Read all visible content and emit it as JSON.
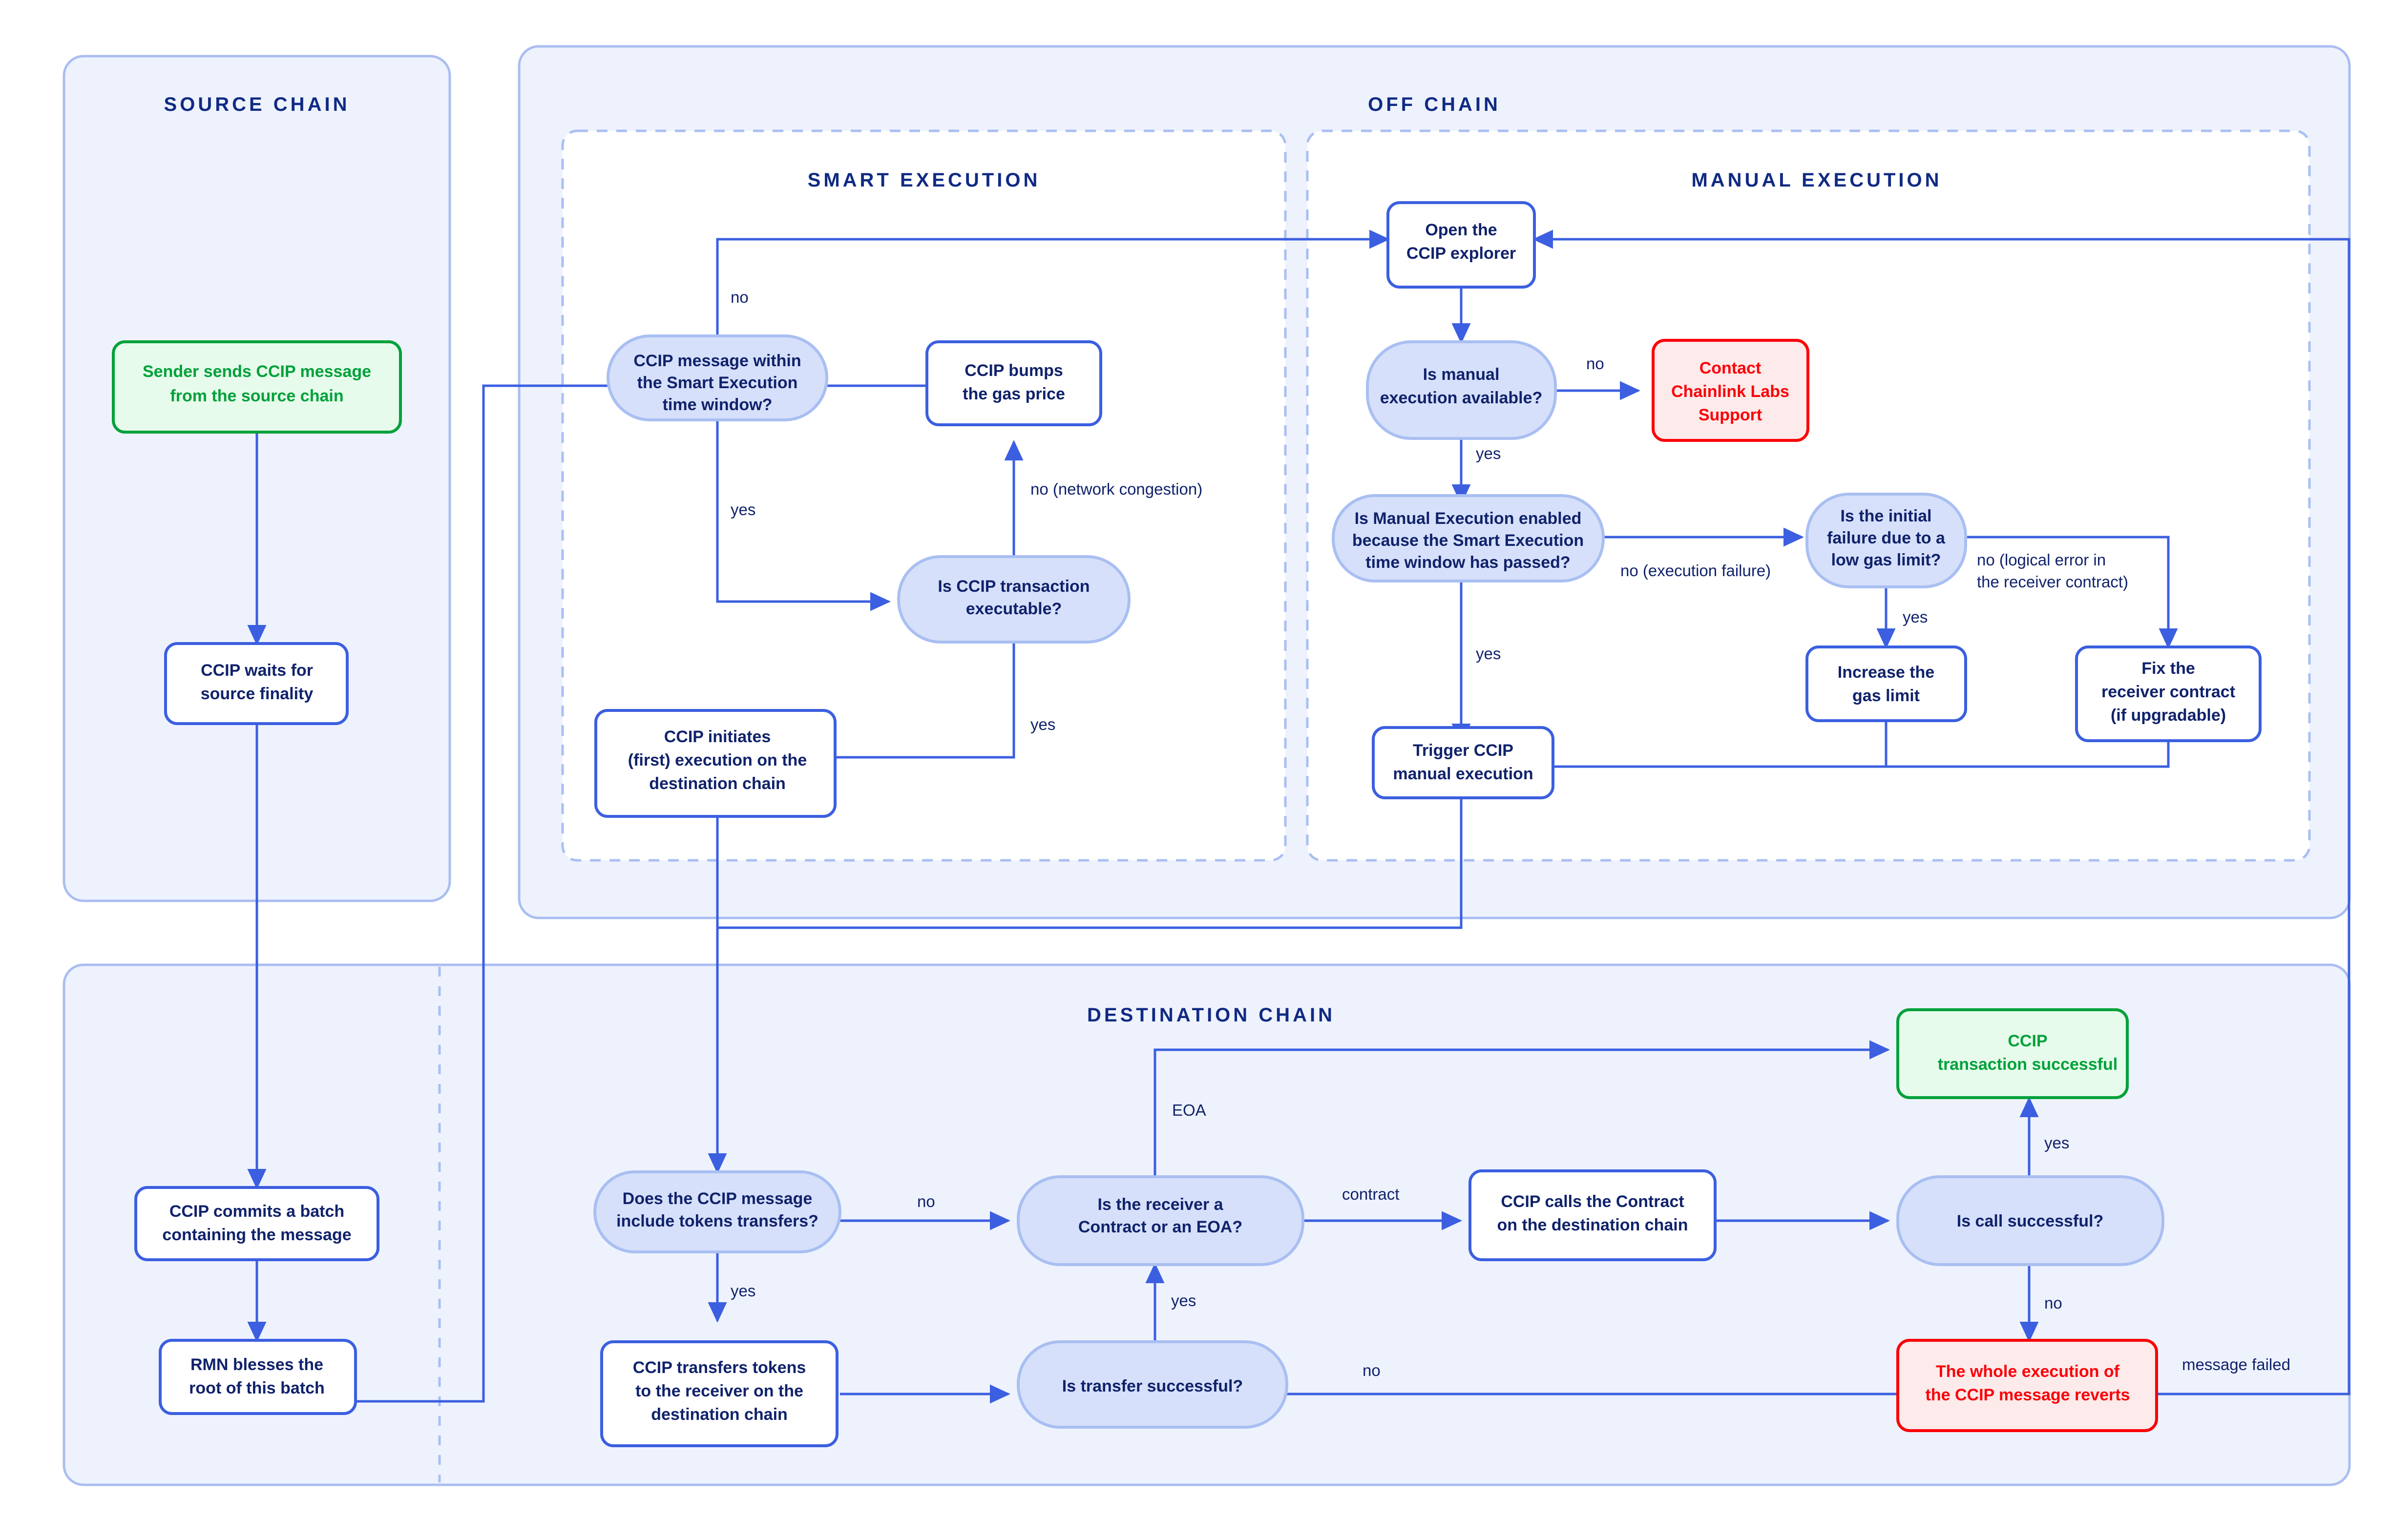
{
  "groups": {
    "source_chain": "SOURCE CHAIN",
    "off_chain": "OFF CHAIN",
    "smart_execution": "SMART EXECUTION",
    "manual_execution": "MANUAL EXECUTION",
    "destination_chain": "DESTINATION CHAIN"
  },
  "colors": {
    "panel_fill": "#eef2fd",
    "panel_stroke": "#aabdf2",
    "node_stroke": "#3b5fe0",
    "node_fill": "#ffffff",
    "decision_fill": "#d6e0fa",
    "decision_stroke": "#a9bff2",
    "text": "#10226b",
    "success_stroke": "#00a13a",
    "success_fill": "#e6fbeb",
    "success_text": "#00a13a",
    "error_stroke": "#fb0007",
    "error_fill": "#fdeaea",
    "error_text": "#fb0007",
    "arrow": "#3b5fe0"
  },
  "nodes": {
    "sender_sends": [
      "Sender sends CCIP message",
      "from the source chain"
    ],
    "waits_finality": [
      "CCIP waits for",
      "source finality"
    ],
    "commits_batch": [
      "CCIP commits a batch",
      "containing the message"
    ],
    "rmn_blesses": [
      "RMN blesses the",
      "root of this batch"
    ],
    "within_window": [
      "CCIP message within",
      "the Smart Execution",
      "time window?"
    ],
    "bumps_gas": [
      "CCIP bumps",
      "the gas price"
    ],
    "is_executable": [
      "Is CCIP transaction",
      "executable?"
    ],
    "initiates_exec": [
      "CCIP initiates",
      "(first) execution on the",
      "destination chain"
    ],
    "open_explorer": [
      "Open the",
      "CCIP explorer"
    ],
    "is_manual_available": [
      "Is manual",
      "execution available?"
    ],
    "contact_support": [
      "Contact",
      "Chainlink Labs",
      "Support"
    ],
    "manual_enabled": [
      "Is Manual Execution enabled",
      "because the Smart Execution",
      "time window has passed?"
    ],
    "initial_failure_gas": [
      "Is the initial",
      "failure due to a",
      "low gas limit?"
    ],
    "increase_gas": [
      "Increase the",
      "gas limit"
    ],
    "fix_receiver": [
      "Fix the",
      "receiver contract",
      "(if upgradable)"
    ],
    "trigger_manual": [
      "Trigger CCIP",
      "manual execution"
    ],
    "tokens_transfers": [
      "Does the CCIP message",
      "include tokens transfers?"
    ],
    "receiver_type": [
      "Is the receiver a",
      "Contract or an EOA?"
    ],
    "transfers_tokens": [
      "CCIP transfers tokens",
      "to the receiver on the",
      "destination chain"
    ],
    "transfer_successful": [
      "Is transfer successful?"
    ],
    "calls_contract": [
      "CCIP calls the Contract",
      "on the destination chain"
    ],
    "is_call_successful": [
      "Is call successful?"
    ],
    "tx_successful": [
      "CCIP",
      "transaction successful"
    ],
    "execution_reverts": [
      "The whole execution of",
      "the CCIP message reverts"
    ]
  },
  "edge_labels": {
    "no_window": "no",
    "yes_window": "yes",
    "no_congestion": "no (network congestion)",
    "yes_executable": "yes",
    "no_manual": "no",
    "yes_manual": "yes",
    "no_execution_failure": "no (execution failure)",
    "yes_passed": "yes",
    "yes_gas_limit": "yes",
    "no_logical_error": "no (logical error in",
    "no_logical_error2": "the receiver contract)",
    "no_tokens": "no",
    "yes_tokens": "yes",
    "eoa": "EOA",
    "contract": "contract",
    "yes_transfer": "yes",
    "no_transfer": "no",
    "yes_call": "yes",
    "no_call": "no",
    "message_failed": "message failed"
  }
}
